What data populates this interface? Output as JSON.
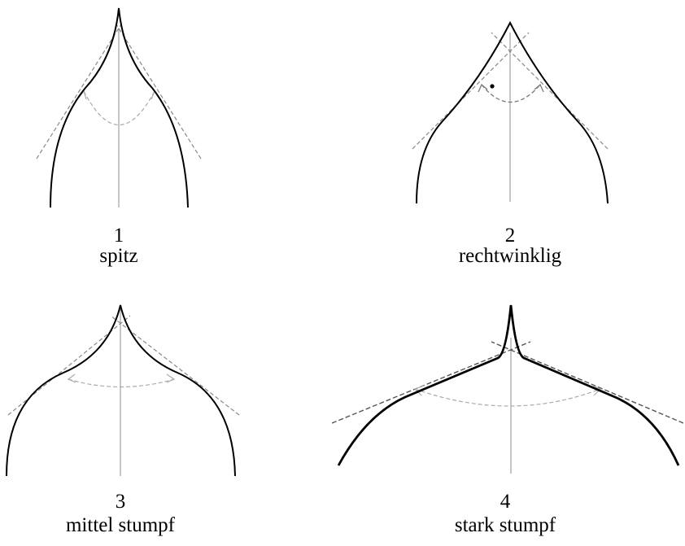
{
  "panels": [
    {
      "number": "1",
      "label": "spitz"
    },
    {
      "number": "2",
      "label": "rechtwinklig"
    },
    {
      "number": "3",
      "label": "mittel stumpf"
    },
    {
      "number": "4",
      "label": "stark stumpf"
    }
  ],
  "colors": {
    "outline": "#000000",
    "axis": "#a0a0a0",
    "tangent": "#888888",
    "angle_arc": "#aaaaaa"
  }
}
